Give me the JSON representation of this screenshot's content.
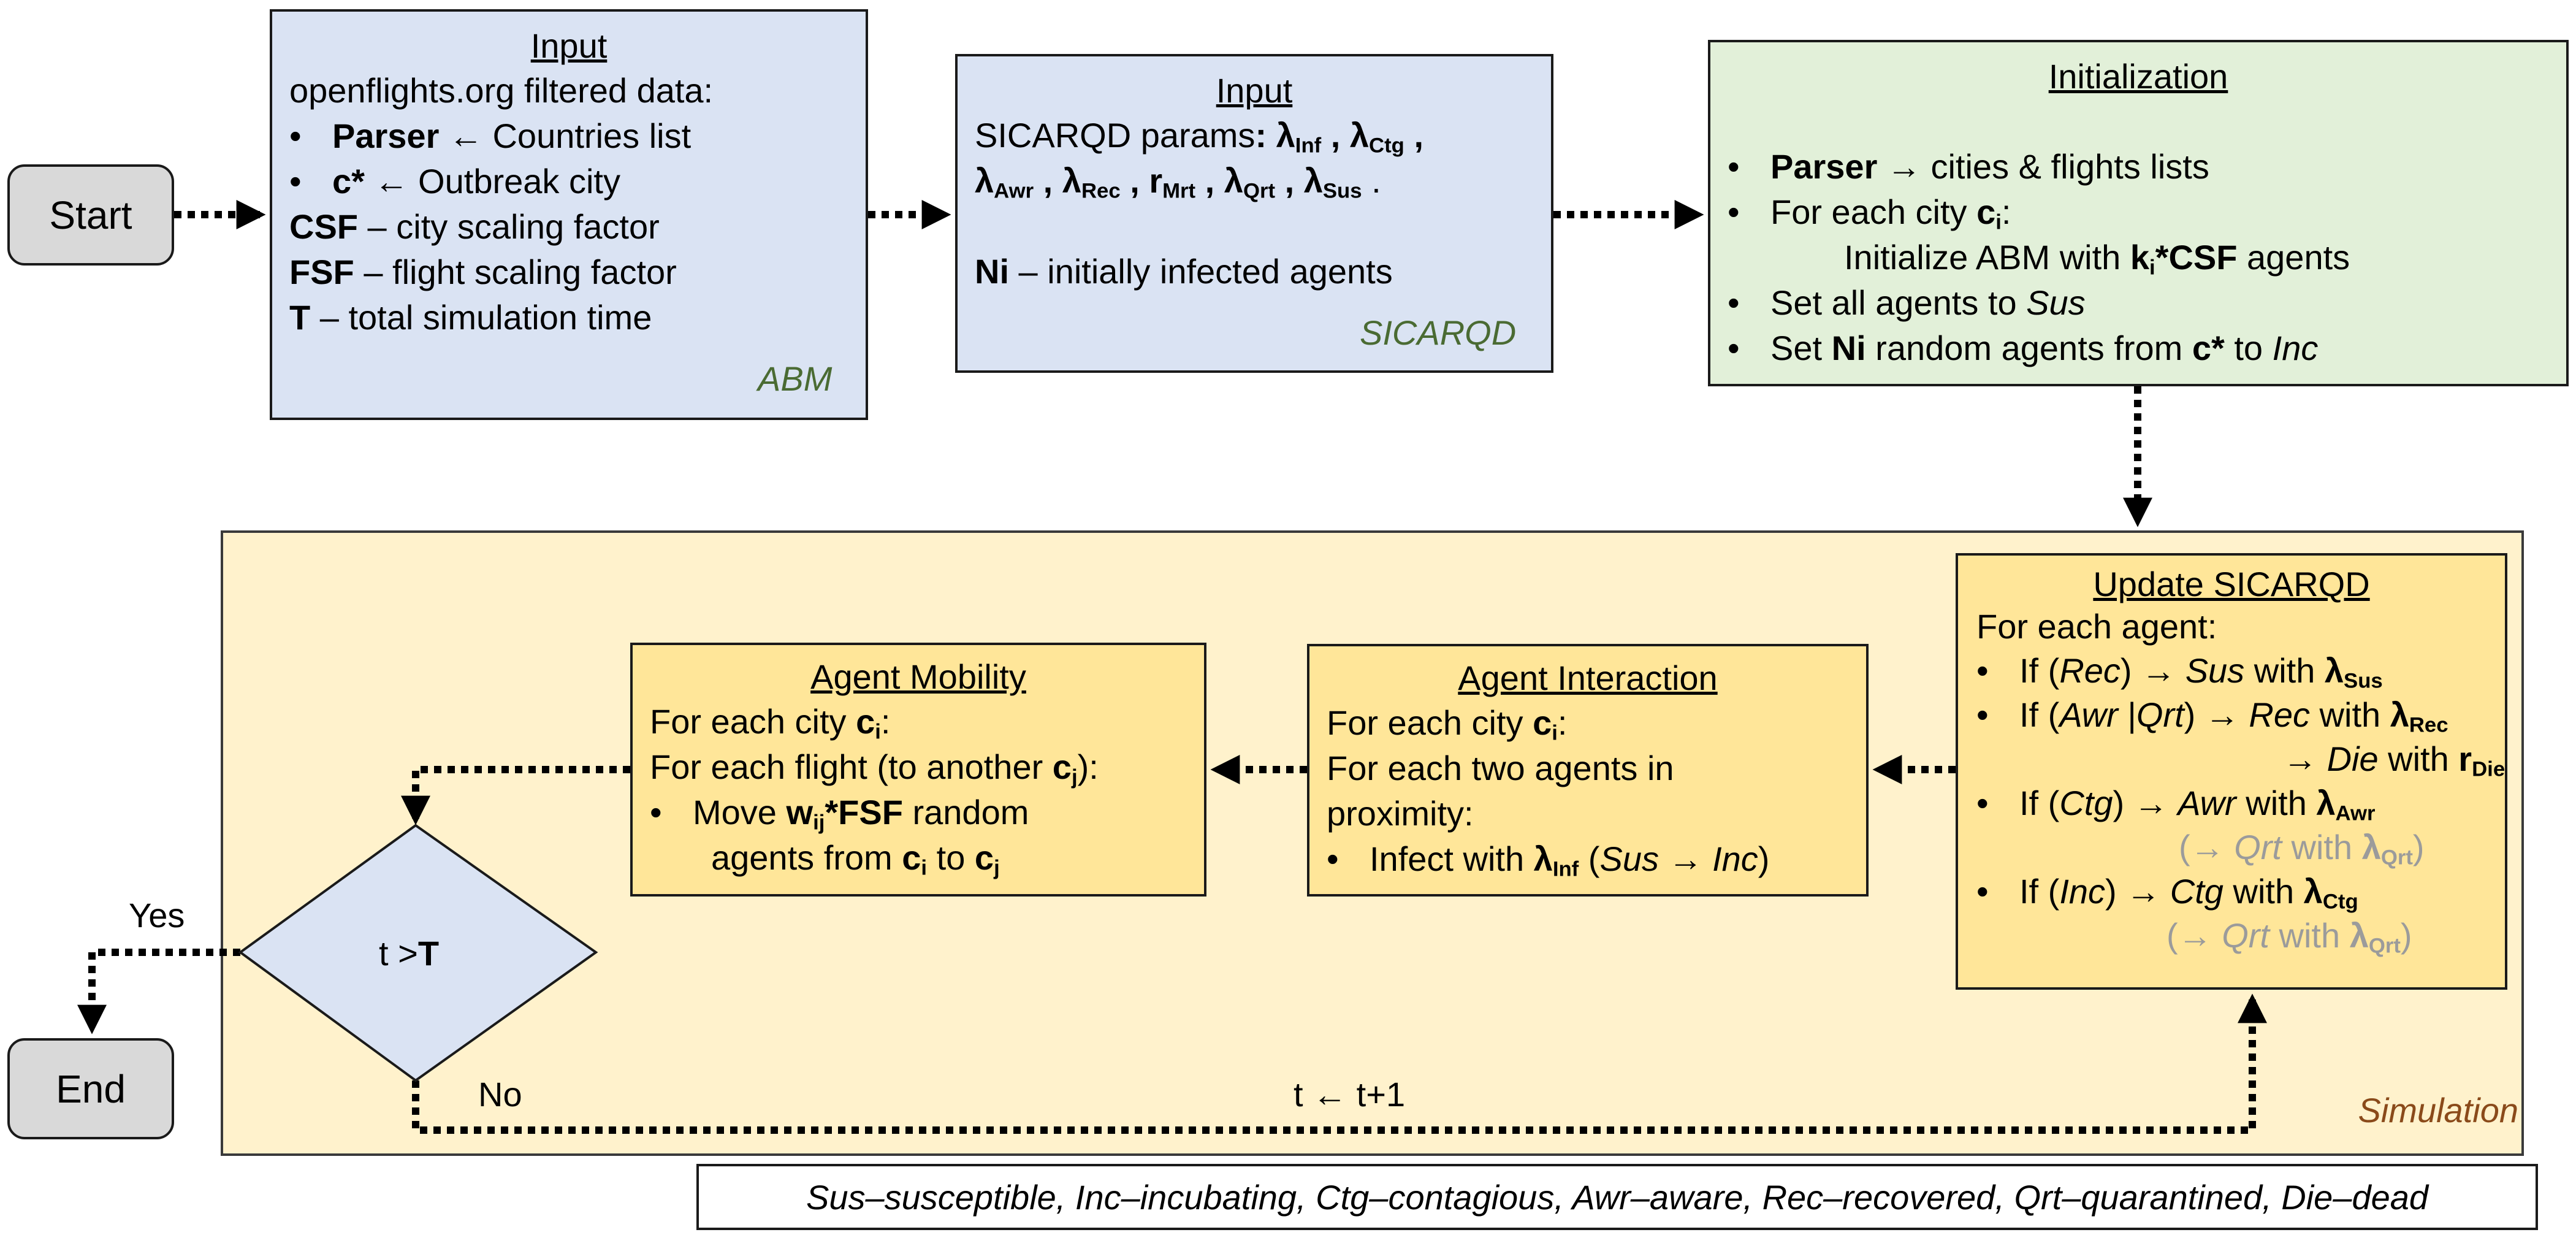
{
  "start_label": "Start",
  "end_label": "End",
  "input_abm": {
    "title": "Input",
    "line1": "openflights.org filtered data:",
    "bullet1_bold": "Parser",
    "bullet1_rest": " ← Countries list",
    "bullet2_bold": "c*",
    "bullet2_rest": " ← Outbreak city",
    "csf_bold": "CSF",
    "csf_rest": " – city scaling factor",
    "fsf_bold": "FSF",
    "fsf_rest": " – flight scaling factor",
    "t_bold": "T",
    "t_rest": " – total simulation time",
    "tag": "ABM"
  },
  "input_sicarqd": {
    "title": "Input",
    "params_prefix": "SICARQD params",
    "ni_bold": "Ni",
    "ni_rest": " – initially infected agents",
    "tag": "SICARQD"
  },
  "init": {
    "title": "Initialization",
    "b1_bold": "Parser",
    "b1_rest": " → cities & flights lists",
    "b2_text": "For each city ",
    "b2_indent_text": "Initialize ABM with ",
    "b2_agents": " agents",
    "b3_text": "Set all agents to ",
    "b3_italic": "Sus",
    "b4_text": "Set ",
    "b4_bold": "Ni",
    "b4_mid": " random agents from ",
    "b4_bold2": "c*",
    "b4_to": " to ",
    "b4_italic": "Inc"
  },
  "update": {
    "title": "Update SICARQD",
    "head": "For each agent:",
    "r1": "If (Rec) → Sus with",
    "r2": "If (Awr |Qrt) → Rec with",
    "r2b": "→ Die with",
    "r3": "If (Ctg) → Awr with",
    "r3b": "(→ Qrt with",
    "r4": "If (Inc) → Ctg with",
    "r4b": "(→ Qrt with"
  },
  "interaction": {
    "title": "Agent Interaction",
    "l1": "For each city ",
    "l2": "For each two agents in",
    "l3": "proximity:",
    "b1": "Infect with "
  },
  "mobility": {
    "title": "Agent Mobility",
    "l1": "For each city ",
    "l2": "For each flight (to another ",
    "b1a": "Move ",
    "b1b": " random",
    "b1c": "agents from "
  },
  "decision": {
    "text": "t >",
    "bold": "T"
  },
  "yes_label": "Yes",
  "no_label": "No",
  "loop_label": "t ← t+1",
  "sim_tag": "Simulation",
  "legend": "Sus–susceptible, Inc–incubating, Ctg–contagious, Awr–aware, Rec–recovered, Qrt–quarantined, Die–dead",
  "colors": {
    "input_fill": "#dae3f3",
    "init_fill": "#e2f0d9",
    "step_fill": "#ffe699",
    "sim_fill": "#fff2cc",
    "decision_fill": "#dae3f3",
    "terminal_fill": "#d9d9d9"
  }
}
